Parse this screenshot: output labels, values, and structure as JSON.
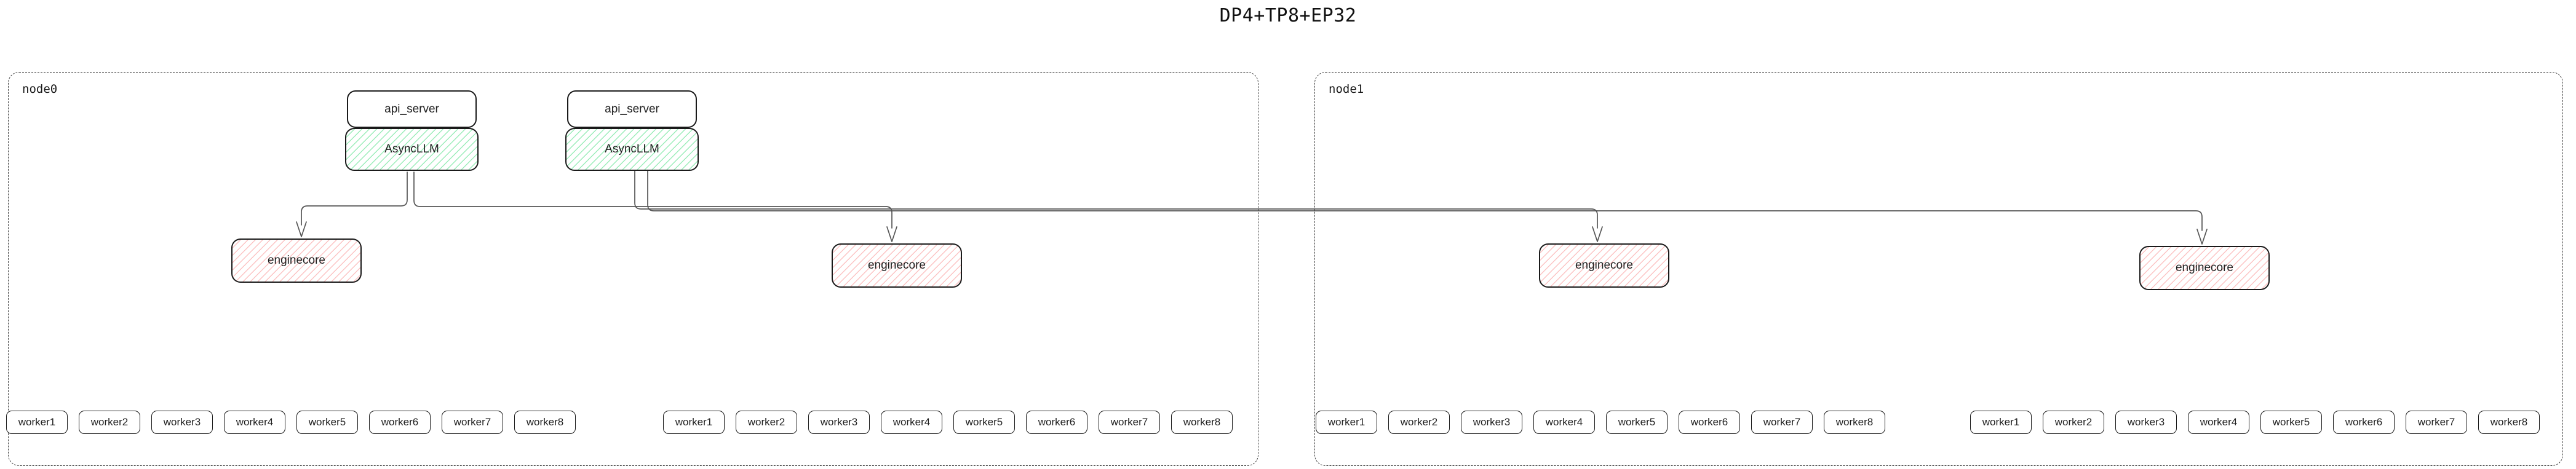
{
  "title": "DP4+TP8+EP32",
  "colors": {
    "asyncllm_hatch_green": "#4ade80",
    "enginecore_hatch_red": "#f87171",
    "wire_gray": "#555555",
    "box_border": "#1a1a1a",
    "node_dashed_border": "#3a3a3a"
  },
  "node0": {
    "label": "node0",
    "api_servers": [
      {
        "label": "api_server",
        "asyncllm_label": "AsyncLLM"
      },
      {
        "label": "api_server",
        "asyncllm_label": "AsyncLLM"
      }
    ],
    "enginecores": [
      "enginecore",
      "enginecore"
    ],
    "worker_groups": [
      [
        "worker1",
        "worker2",
        "worker3",
        "worker4",
        "worker5",
        "worker6",
        "worker7",
        "worker8"
      ],
      [
        "worker1",
        "worker2",
        "worker3",
        "worker4",
        "worker5",
        "worker6",
        "worker7",
        "worker8"
      ]
    ]
  },
  "node1": {
    "label": "node1",
    "enginecores": [
      "enginecore",
      "enginecore"
    ],
    "worker_groups": [
      [
        "worker1",
        "worker2",
        "worker3",
        "worker4",
        "worker5",
        "worker6",
        "worker7",
        "worker8"
      ],
      [
        "worker1",
        "worker2",
        "worker3",
        "worker4",
        "worker5",
        "worker6",
        "worker7",
        "worker8"
      ]
    ]
  }
}
